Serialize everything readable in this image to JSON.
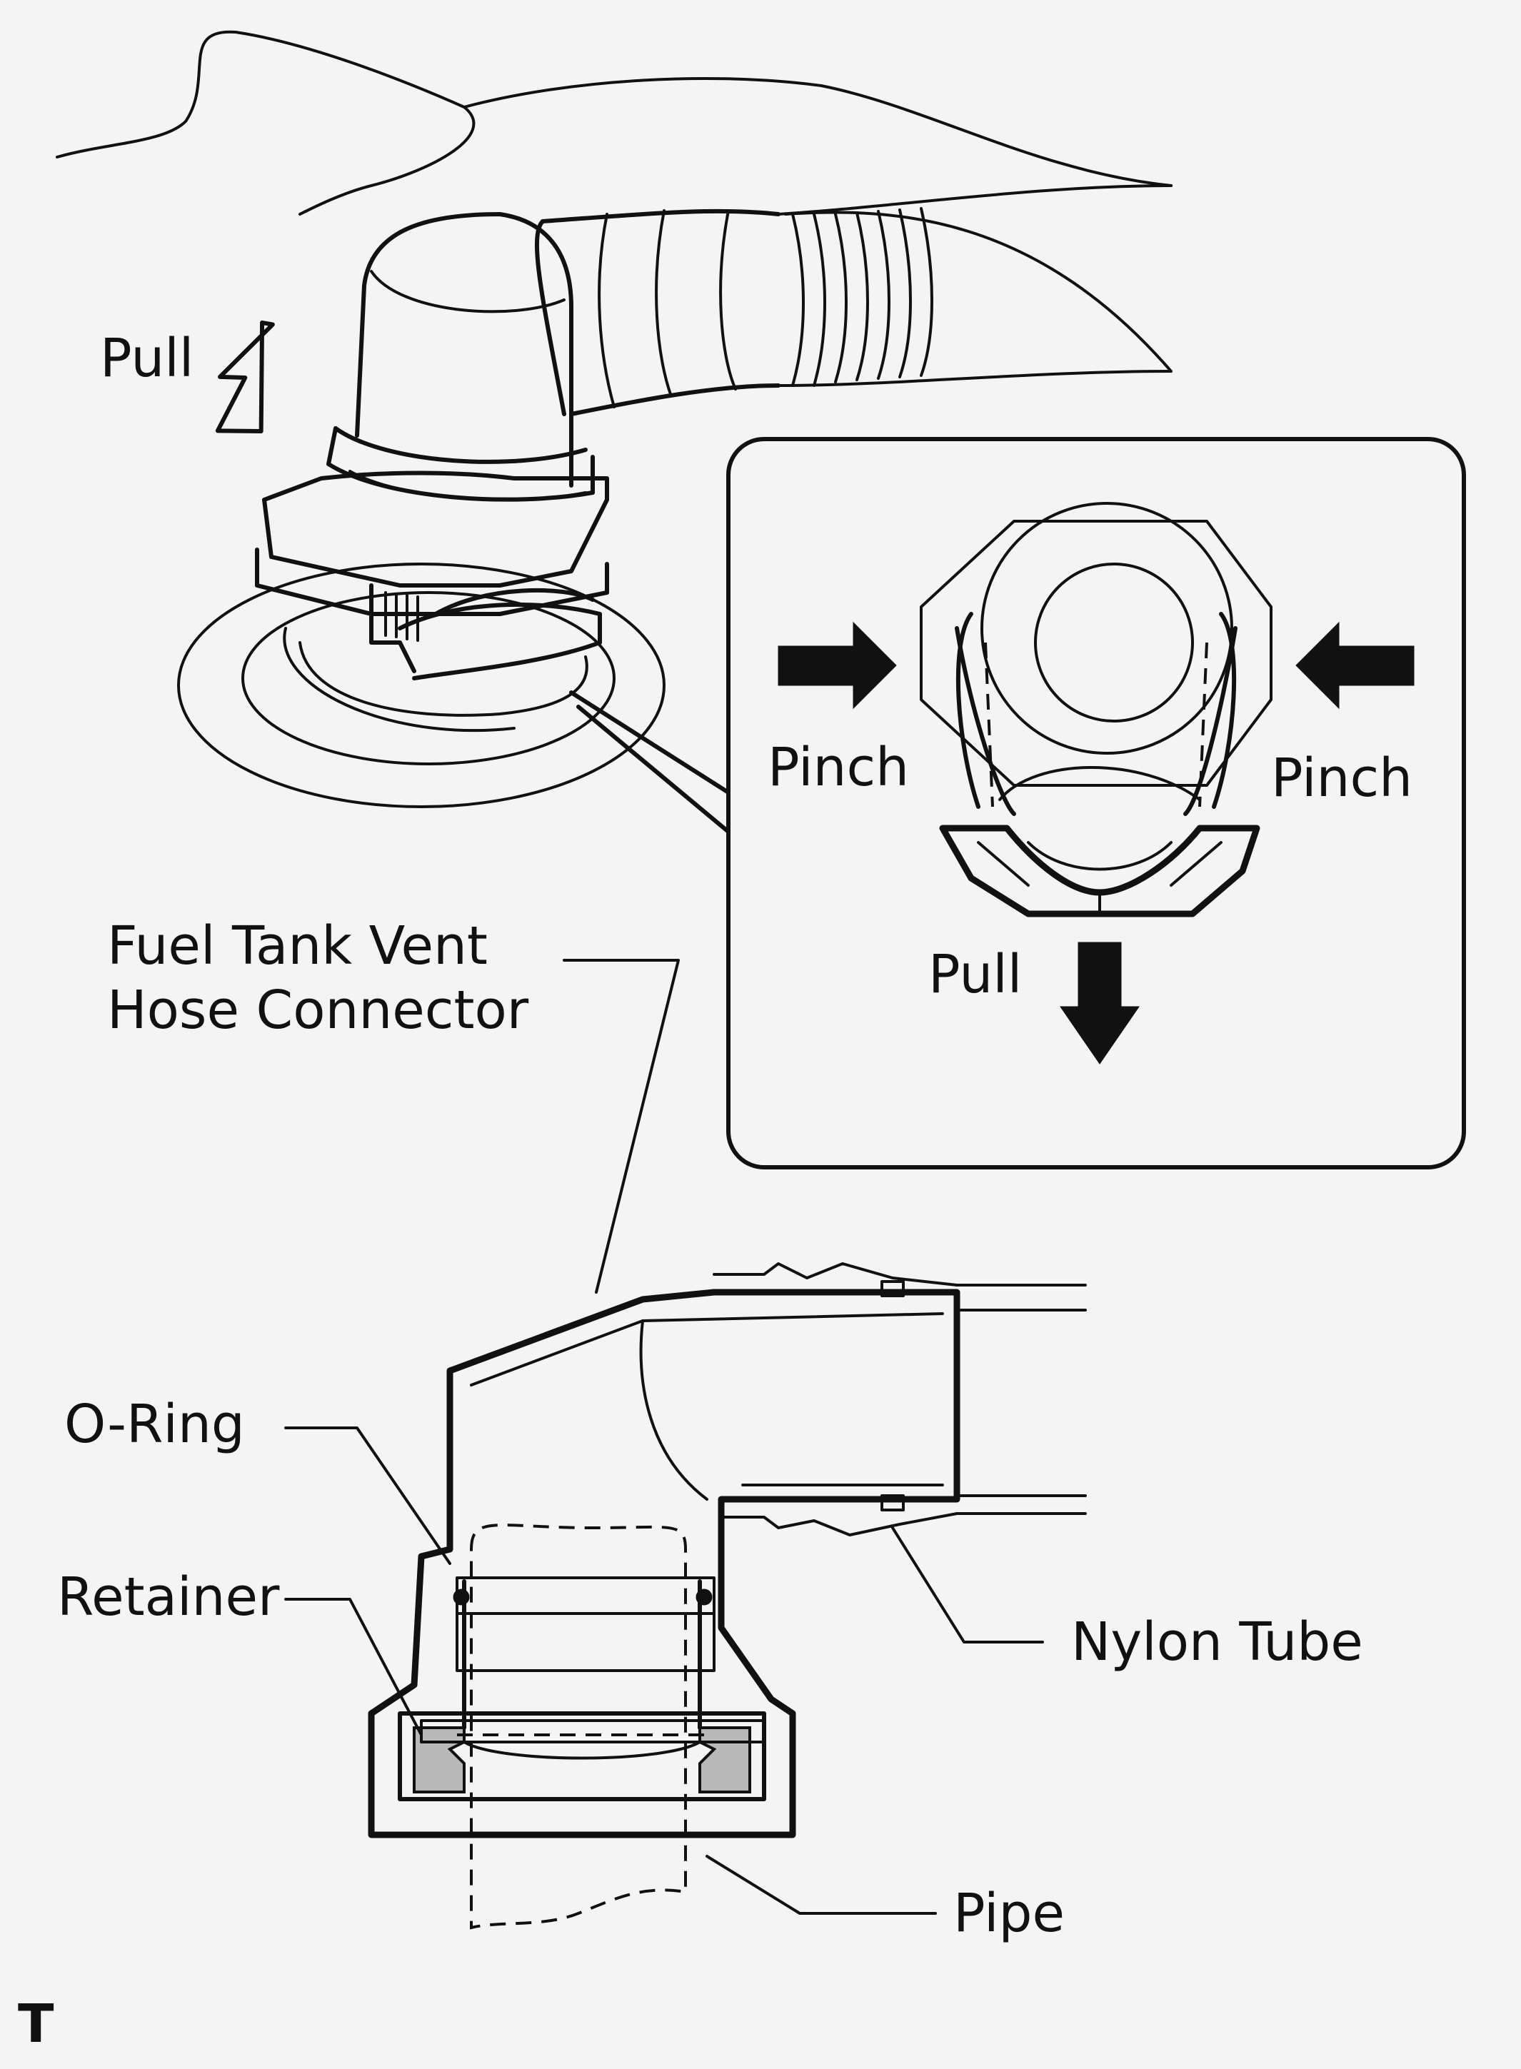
{
  "labels": {
    "pull_top": "Pull",
    "pinch_left": "Pinch",
    "pinch_right": "Pinch",
    "pull_detail": "Pull",
    "connector_line1": "Fuel Tank Vent",
    "connector_line2": "Hose Connector",
    "o_ring": "O-Ring",
    "retainer": "Retainer",
    "nylon_tube": "Nylon Tube",
    "pipe": "Pipe",
    "corner_mark": "T"
  }
}
